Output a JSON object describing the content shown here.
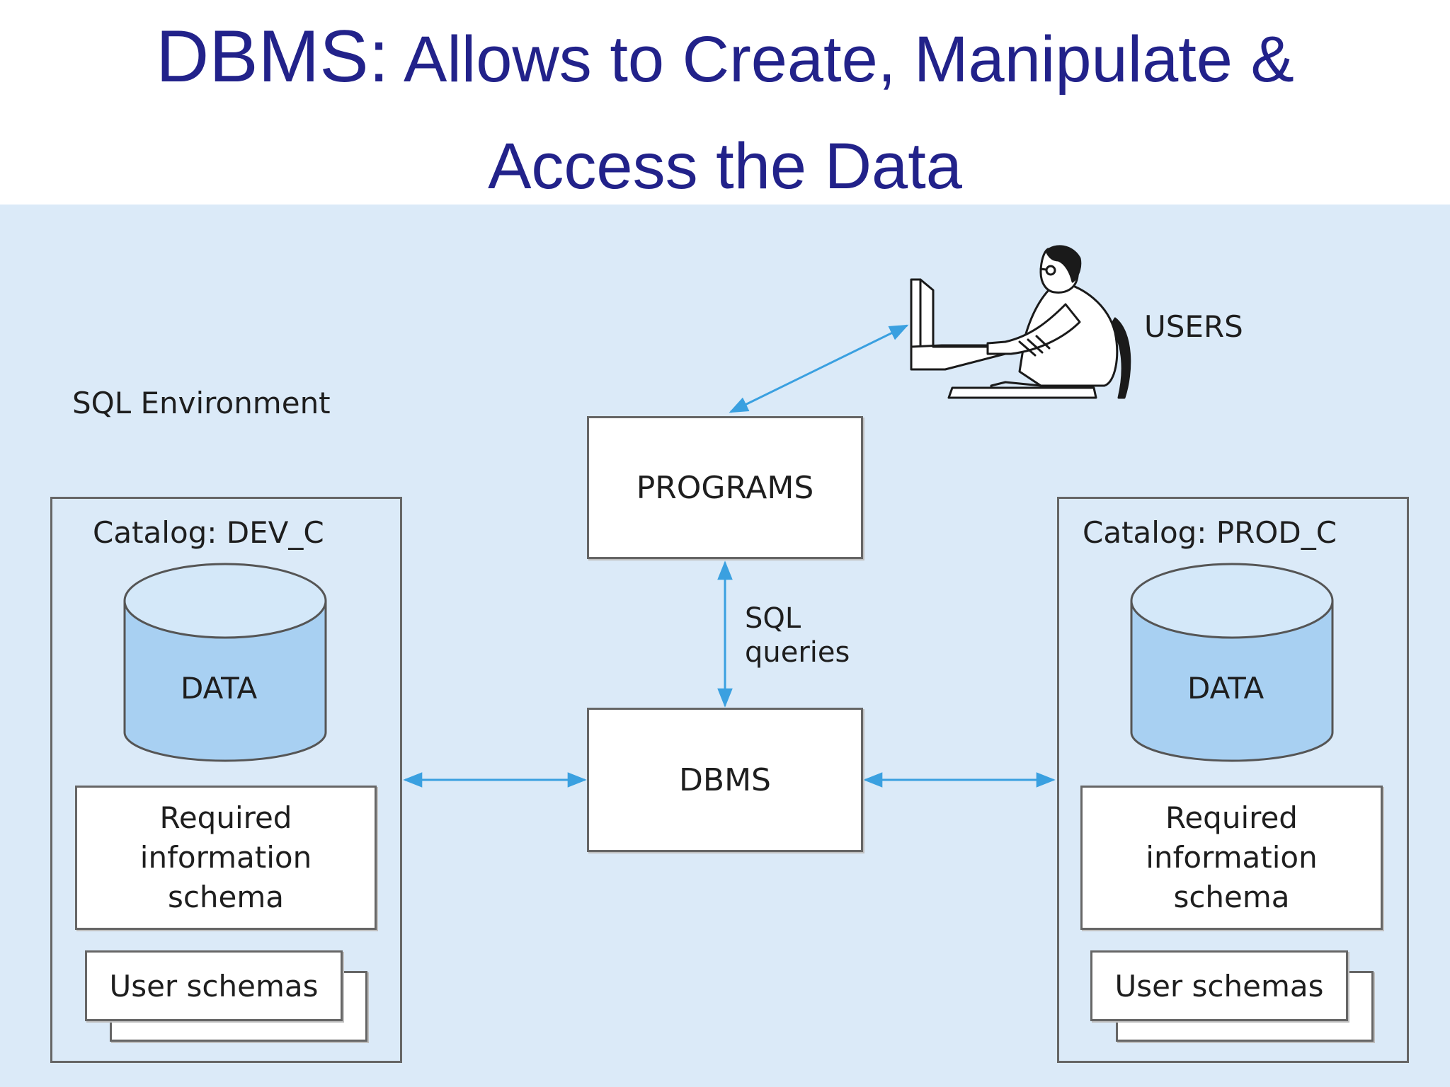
{
  "title": {
    "prefix": "DBMS:",
    "rest": " Allows to Create, Manipulate  &",
    "line2": "Access the Data"
  },
  "environment_label": "SQL Environment",
  "users_label": "USERS",
  "programs_label": "PROGRAMS",
  "dbms_label": "DBMS",
  "sql_queries": {
    "line1": "SQL",
    "line2": "queries"
  },
  "catalogs": [
    {
      "title": "Catalog: DEV_C",
      "data_label": "DATA",
      "schema": [
        "Required",
        "information",
        "schema"
      ],
      "user_schemas": "User schemas"
    },
    {
      "title": "Catalog: PROD_C",
      "data_label": "DATA",
      "schema": [
        "Required",
        "information",
        "schema"
      ],
      "user_schemas": "User schemas"
    }
  ],
  "colors": {
    "title": "#22228a",
    "panel_background": "#dbeaf8",
    "arrow": "#3aa0e0",
    "cylinder_fill": "#a8d0f2",
    "box_border": "#666666"
  }
}
